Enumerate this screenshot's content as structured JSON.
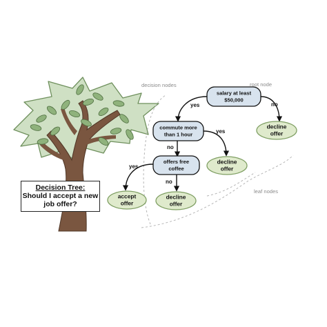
{
  "title": {
    "line1": "Decision Tree:",
    "line2": "Should I accept a new",
    "line3": "job offer?"
  },
  "annotations": {
    "decision_nodes": "decision nodes",
    "root_node": "root node",
    "leaf_nodes": "leaf nodes"
  },
  "nodes": {
    "root": [
      "salary at least",
      "$50,000"
    ],
    "commute": [
      "commute more",
      "than 1 hour"
    ],
    "coffee": [
      "offers free",
      "coffee"
    ],
    "leaf_decline_1": [
      "decline",
      "offer"
    ],
    "leaf_decline_2": [
      "decline",
      "offer"
    ],
    "leaf_accept": [
      "accept",
      "offer"
    ],
    "leaf_decline_3": [
      "decline",
      "offer"
    ]
  },
  "edges": {
    "root_yes": "yes",
    "root_no": "no",
    "commute_no": "no",
    "commute_yes": "yes",
    "coffee_yes": "yes",
    "coffee_no": "no"
  },
  "colors": {
    "decision_fill": "#d8e3ee",
    "leaf_fill": "#dfeacc",
    "leaf_stroke": "#7f9f63",
    "trunk": "#7a5640",
    "canopy": "#cfe0c4",
    "leaf": "#8fb27c"
  }
}
